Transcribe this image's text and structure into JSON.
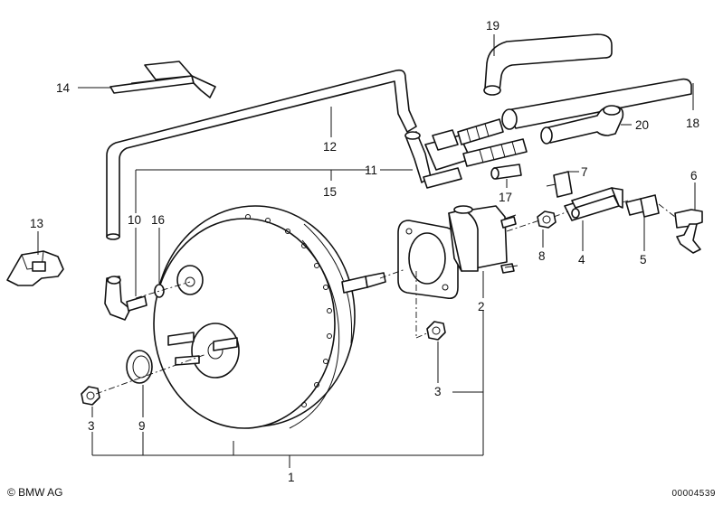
{
  "diagram": {
    "title": "Brake servo (vacuum booster) parts diagram",
    "callouts": {
      "n1": "1",
      "n2": "2",
      "n3a": "3",
      "n3b": "3",
      "n4": "4",
      "n5": "5",
      "n6": "6",
      "n7": "7",
      "n8": "8",
      "n9": "9",
      "n10": "10",
      "n11": "11",
      "n12": "12",
      "n13": "13",
      "n14": "14",
      "n15": "15",
      "n16": "16",
      "n17": "17",
      "n18": "18",
      "n19": "19",
      "n20": "20"
    }
  },
  "footer": {
    "copyright": "© BMW AG",
    "diagram_id": "00004539"
  }
}
